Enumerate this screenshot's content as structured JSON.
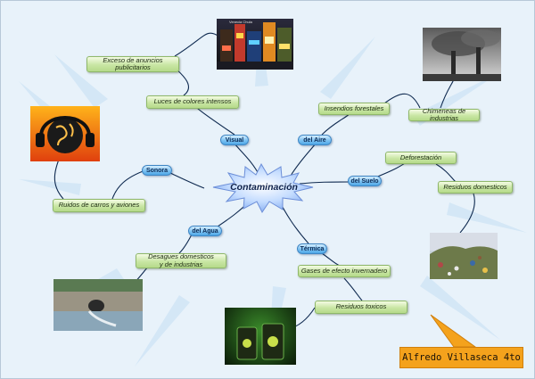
{
  "center": {
    "label": "Contaminación"
  },
  "categories": {
    "visual": "Visual",
    "aire": "del Aire",
    "sonora": "Sonora",
    "suelo": "del Suelo",
    "agua": "del Agua",
    "termica": "Térmica"
  },
  "topics": {
    "exceso": "Exceso de anuncios\npublicitarios",
    "luces": "Luces de colores intensos",
    "insendios": "Insendios forestales",
    "chimeneas": "Chimeneas de industrias",
    "deforestacion": "Deforestación",
    "residuos_dom": "Residuos domesticos",
    "ruidos": "Ruidos de carros y aviones",
    "desagues": "Desagues domesticos\ny de industrias",
    "gases": "Gases de efecto invernadero",
    "residuos_tox": "Residuos toxicos"
  },
  "author": "Alfredo Villaseca 4to",
  "image_caption": "Venecia Chula",
  "colors": {
    "node_fill": "#c9e6a4",
    "tag_fill": "#7cc2f2",
    "center_fill": "#9fc3ff",
    "author_fill": "#f4a21c",
    "background": "#e8f2fa"
  }
}
